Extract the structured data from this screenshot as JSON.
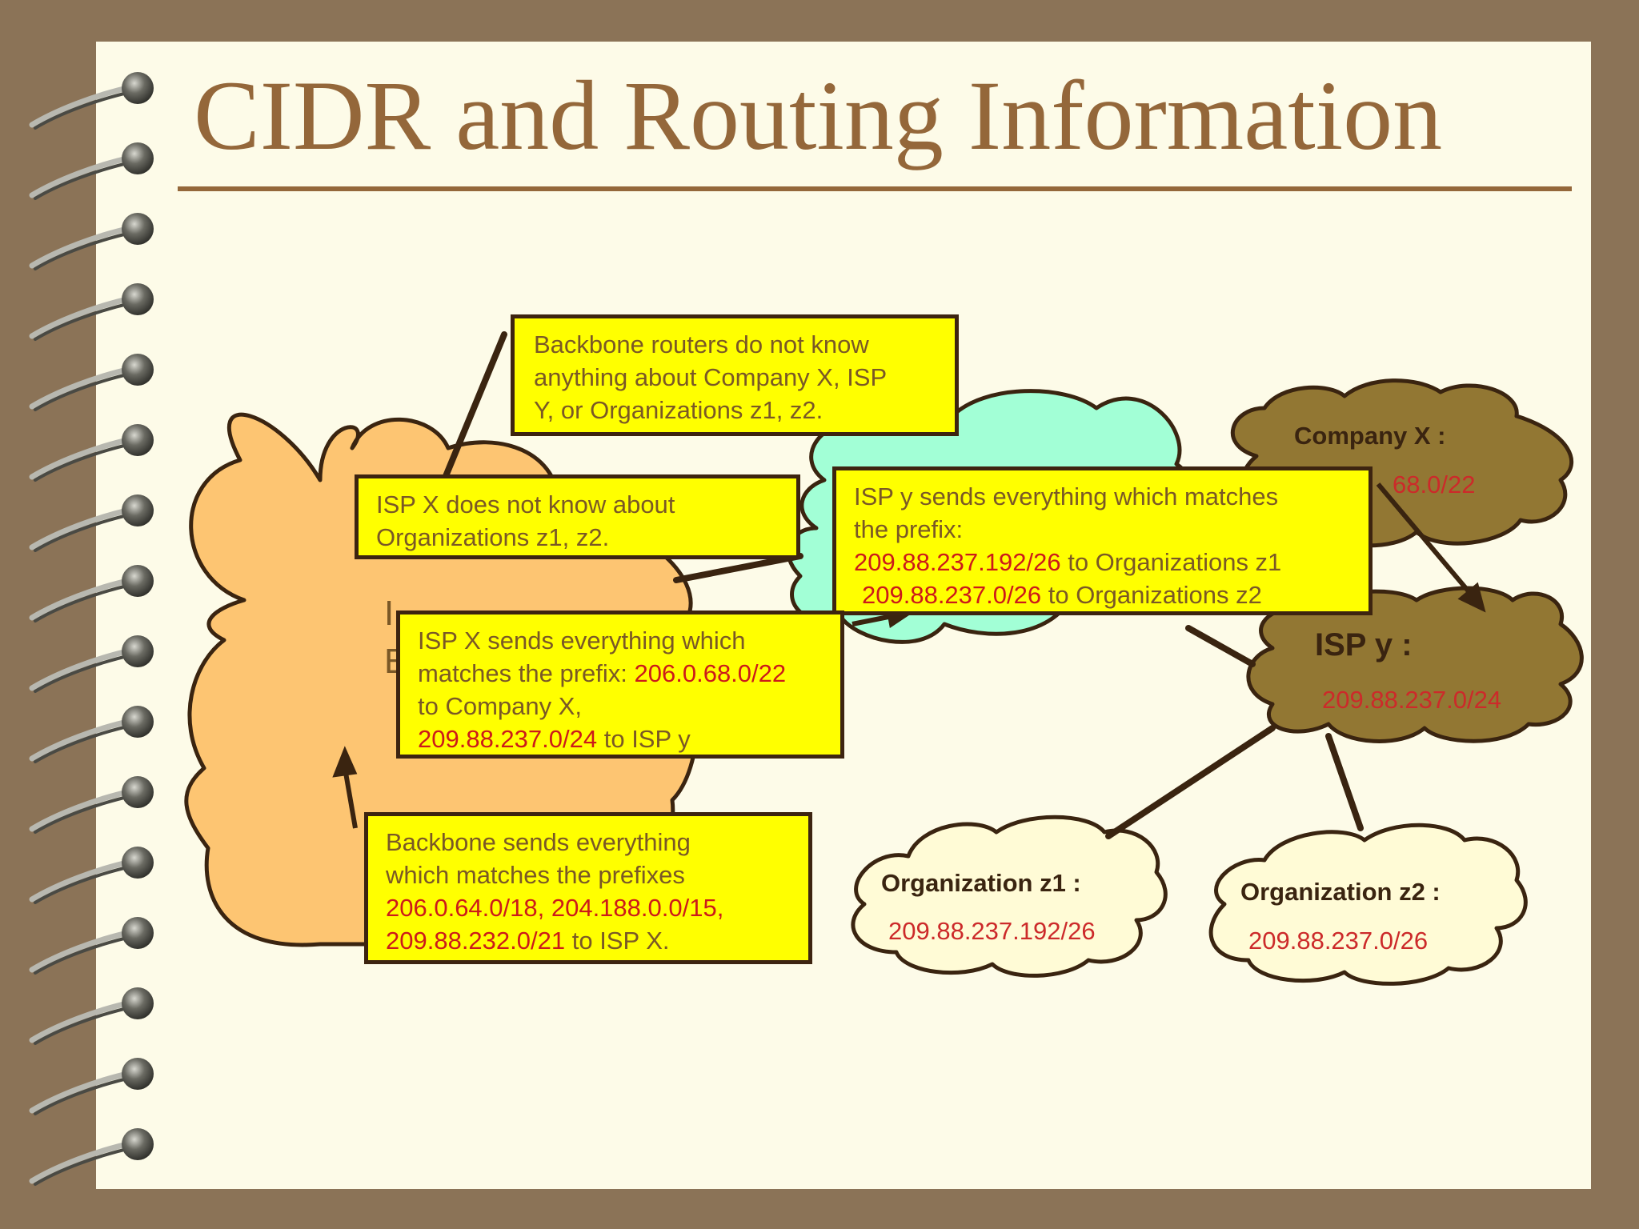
{
  "title": "CIDR and Routing Information",
  "colors": {
    "frame": "#8b7357",
    "page": "#fdfbe8",
    "title": "#94673a",
    "callout_fill": "#ffff00",
    "callout_text": "#7a5826",
    "prefix_red": "#cc1a1a",
    "backbone_cloud": "#fdc572",
    "isp_x_cloud": "#a2ffd6",
    "company_isp_cloud": "#927733",
    "organization_cloud": "#fffbd6"
  },
  "callouts": {
    "backbone_routers": {
      "lines": [
        "Backbone routers do not know",
        "anything about Company X, ISP",
        "Y, or Organizations z1, z2."
      ]
    },
    "isp_x_not_know": {
      "lines": [
        "ISP X does not know about",
        "Organizations z1, z2."
      ]
    },
    "isp_y_sends": {
      "line1": "ISP y sends everything which matches",
      "line2": "the prefix:",
      "prefix1": "209.88.237.192/26",
      "rest1": " to Organizations z1",
      "prefix2": "209.88.237.0/26",
      "rest2": " to Organizations z2"
    },
    "isp_x_sends": {
      "line1": "ISP X sends everything which",
      "line2_text": "matches the prefix: ",
      "prefix1": "206.0.68.0/22",
      "line3": "to Company X,",
      "prefix2": "209.88.237.0/24",
      "rest2": " to ISP y"
    },
    "backbone_sends": {
      "line1": "Backbone sends everything",
      "line2": "which matches the prefixes",
      "prefixes_line": "206.0.64.0/18, 204.188.0.0/15,",
      "prefix3": "209.88.232.0/21",
      "rest3": " to ISP X."
    }
  },
  "clouds": {
    "backbone": {
      "partial_label_1": "I",
      "partial_label_2": "E"
    },
    "company_x": {
      "label": "Company X :",
      "prefix_visible": "68.0/22"
    },
    "isp_y": {
      "label": "ISP y :",
      "prefix": "209.88.237.0/24"
    },
    "org_z1": {
      "label": "Organization z1 :",
      "prefix": "209.88.237.192/26"
    },
    "org_z2": {
      "label": "Organization z2 :",
      "prefix": "209.88.237.0/26"
    }
  }
}
